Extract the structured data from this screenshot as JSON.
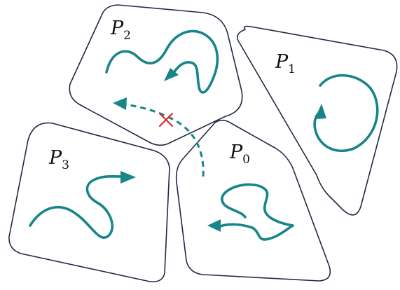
{
  "regions": [
    {
      "id": "P2",
      "name": "P",
      "subscript": "2"
    },
    {
      "id": "P1",
      "name": "P",
      "subscript": "1"
    },
    {
      "id": "P3",
      "name": "P",
      "subscript": "3"
    },
    {
      "id": "P0",
      "name": "P",
      "subscript": "0"
    }
  ],
  "colors": {
    "region_outline": "#1f2a44",
    "trajectory": "#17858a",
    "blocked_marker": "#e0262b",
    "background": "#ffffff"
  },
  "markers": {
    "blocked_transition": "cross-mark"
  }
}
